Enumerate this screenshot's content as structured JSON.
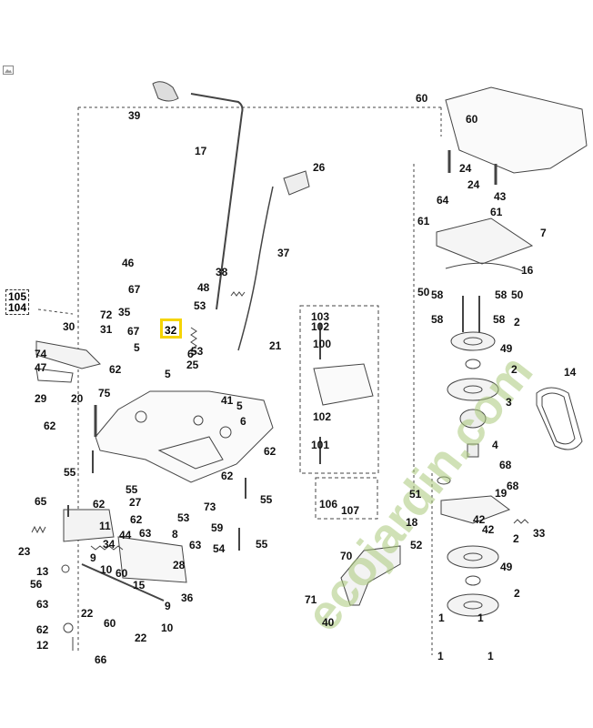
{
  "diagram": {
    "labels": [
      {
        "id": "l39",
        "text": "39"
      },
      {
        "id": "l17",
        "text": "17"
      },
      {
        "id": "l26",
        "text": "26"
      },
      {
        "id": "l37",
        "text": "37"
      },
      {
        "id": "l46",
        "text": "46"
      },
      {
        "id": "l67a",
        "text": "67"
      },
      {
        "id": "l48",
        "text": "48"
      },
      {
        "id": "l53a",
        "text": "53"
      },
      {
        "id": "l38",
        "text": "38"
      },
      {
        "id": "l35",
        "text": "35"
      },
      {
        "id": "l72",
        "text": "72"
      },
      {
        "id": "l31",
        "text": "31"
      },
      {
        "id": "l30",
        "text": "30"
      },
      {
        "id": "l67b",
        "text": "67"
      },
      {
        "id": "l5a",
        "text": "5"
      },
      {
        "id": "l53b",
        "text": "53"
      },
      {
        "id": "l21",
        "text": "21"
      },
      {
        "id": "l74",
        "text": "74"
      },
      {
        "id": "l6a",
        "text": "6"
      },
      {
        "id": "l25",
        "text": "25"
      },
      {
        "id": "l47",
        "text": "47"
      },
      {
        "id": "l62a",
        "text": "62"
      },
      {
        "id": "l5b",
        "text": "5"
      },
      {
        "id": "l29",
        "text": "29"
      },
      {
        "id": "l75",
        "text": "75"
      },
      {
        "id": "l20",
        "text": "20"
      },
      {
        "id": "l41",
        "text": "41"
      },
      {
        "id": "l5c",
        "text": "5"
      },
      {
        "id": "l62b",
        "text": "62"
      },
      {
        "id": "l6b",
        "text": "6"
      },
      {
        "id": "l62c",
        "text": "62"
      },
      {
        "id": "l55a",
        "text": "55"
      },
      {
        "id": "l62d",
        "text": "62"
      },
      {
        "id": "l55b",
        "text": "55"
      },
      {
        "id": "l55c",
        "text": "55"
      },
      {
        "id": "l65",
        "text": "65"
      },
      {
        "id": "l62e",
        "text": "62"
      },
      {
        "id": "l27",
        "text": "27"
      },
      {
        "id": "l73",
        "text": "73"
      },
      {
        "id": "l62f",
        "text": "62"
      },
      {
        "id": "l53c",
        "text": "53"
      },
      {
        "id": "l11",
        "text": "11"
      },
      {
        "id": "l59",
        "text": "59"
      },
      {
        "id": "l23",
        "text": "23"
      },
      {
        "id": "l44",
        "text": "44"
      },
      {
        "id": "l63a",
        "text": "63"
      },
      {
        "id": "l8",
        "text": "8"
      },
      {
        "id": "l34",
        "text": "34"
      },
      {
        "id": "l63b",
        "text": "63"
      },
      {
        "id": "l54",
        "text": "54"
      },
      {
        "id": "l55d",
        "text": "55"
      },
      {
        "id": "l9a",
        "text": "9"
      },
      {
        "id": "l28",
        "text": "28"
      },
      {
        "id": "l13",
        "text": "13"
      },
      {
        "id": "l10a",
        "text": "10"
      },
      {
        "id": "l60a",
        "text": "60"
      },
      {
        "id": "l56",
        "text": "56"
      },
      {
        "id": "l15",
        "text": "15"
      },
      {
        "id": "l36",
        "text": "36"
      },
      {
        "id": "l63c",
        "text": "63"
      },
      {
        "id": "l9b",
        "text": "9"
      },
      {
        "id": "l22a",
        "text": "22"
      },
      {
        "id": "l60b",
        "text": "60"
      },
      {
        "id": "l10b",
        "text": "10"
      },
      {
        "id": "l62g",
        "text": "62"
      },
      {
        "id": "l22b",
        "text": "22"
      },
      {
        "id": "l12",
        "text": "12"
      },
      {
        "id": "l66",
        "text": "66"
      },
      {
        "id": "l60c",
        "text": "60"
      },
      {
        "id": "l60d",
        "text": "60"
      },
      {
        "id": "l24a",
        "text": "24"
      },
      {
        "id": "l24b",
        "text": "24"
      },
      {
        "id": "l64",
        "text": "64"
      },
      {
        "id": "l43",
        "text": "43"
      },
      {
        "id": "l61a",
        "text": "61"
      },
      {
        "id": "l61b",
        "text": "61"
      },
      {
        "id": "l7",
        "text": "7"
      },
      {
        "id": "l16",
        "text": "16"
      },
      {
        "id": "l50a",
        "text": "50"
      },
      {
        "id": "l58a",
        "text": "58"
      },
      {
        "id": "l58b",
        "text": "58"
      },
      {
        "id": "l50b",
        "text": "50"
      },
      {
        "id": "l58c",
        "text": "58"
      },
      {
        "id": "l58d",
        "text": "58"
      },
      {
        "id": "l2a",
        "text": "2"
      },
      {
        "id": "l49a",
        "text": "49"
      },
      {
        "id": "l2b",
        "text": "2"
      },
      {
        "id": "l14",
        "text": "14"
      },
      {
        "id": "l3",
        "text": "3"
      },
      {
        "id": "l4",
        "text": "4"
      },
      {
        "id": "l68a",
        "text": "68"
      },
      {
        "id": "l68b",
        "text": "68"
      },
      {
        "id": "l51",
        "text": "51"
      },
      {
        "id": "l19",
        "text": "19"
      },
      {
        "id": "l18",
        "text": "18"
      },
      {
        "id": "l42a",
        "text": "42"
      },
      {
        "id": "l42b",
        "text": "42"
      },
      {
        "id": "l33",
        "text": "33"
      },
      {
        "id": "l52",
        "text": "52"
      },
      {
        "id": "l2c",
        "text": "2"
      },
      {
        "id": "l49b",
        "text": "49"
      },
      {
        "id": "l2d",
        "text": "2"
      },
      {
        "id": "l1a",
        "text": "1"
      },
      {
        "id": "l1b",
        "text": "1"
      },
      {
        "id": "l1c",
        "text": "1"
      },
      {
        "id": "l1d",
        "text": "1"
      },
      {
        "id": "l70",
        "text": "70"
      },
      {
        "id": "l71",
        "text": "71"
      },
      {
        "id": "l40",
        "text": "40"
      },
      {
        "id": "l103",
        "text": "103"
      },
      {
        "id": "l102a",
        "text": "102"
      },
      {
        "id": "l100",
        "text": "100"
      },
      {
        "id": "l102b",
        "text": "102"
      },
      {
        "id": "l101",
        "text": "101"
      },
      {
        "id": "l106",
        "text": "106"
      },
      {
        "id": "l107",
        "text": "107"
      }
    ],
    "side_box": {
      "top": "105",
      "bottom": "104"
    },
    "highlighted_part": "32",
    "watermark": "ecojardin.com"
  }
}
